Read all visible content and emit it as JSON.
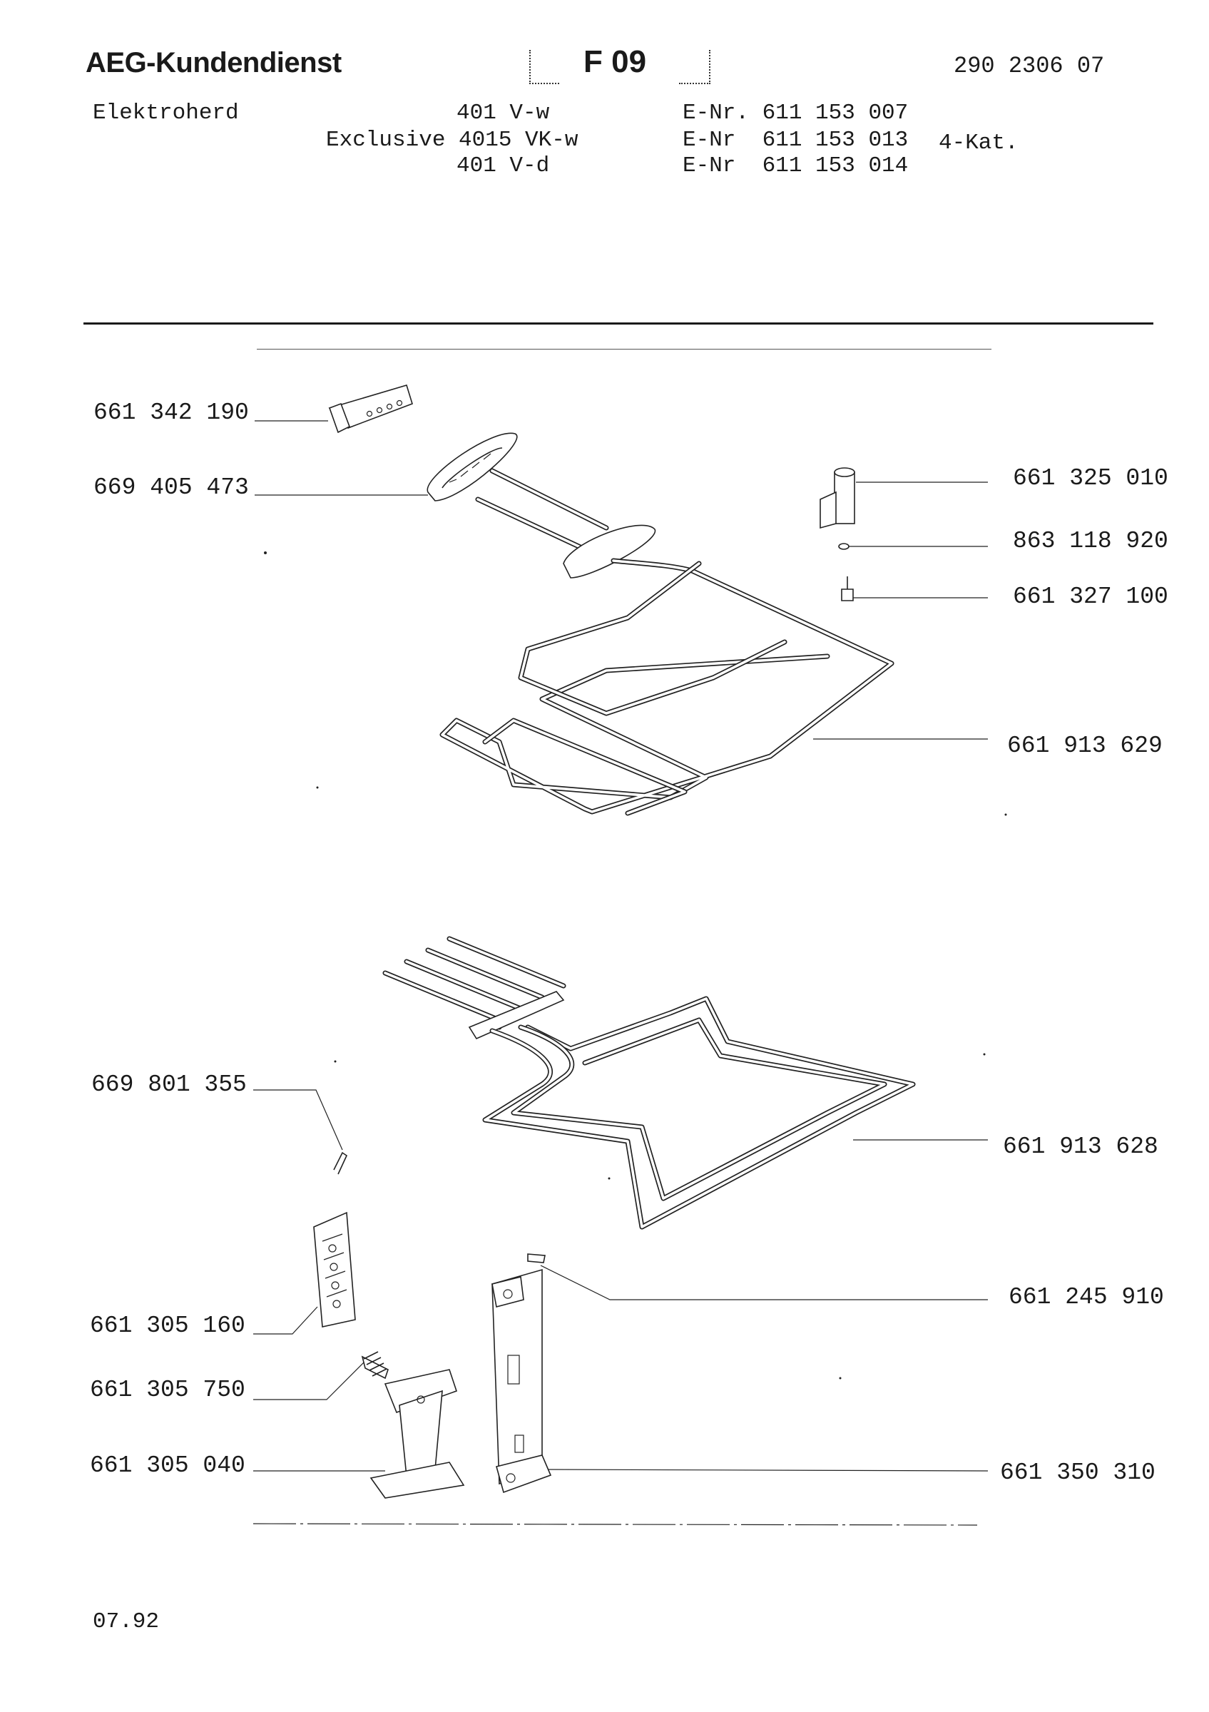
{
  "header": {
    "brand": "AEG-Kundendienst",
    "sheet": "F 09",
    "doc_number": "290 2306 07"
  },
  "product": {
    "type": "Elektroherd",
    "models": [
      "401 V-w",
      "Exclusive 4015 VK-w",
      "401 V-d"
    ],
    "e_numbers": [
      "E-Nr. 611 153 007",
      "E-Nr  611 153 013",
      "E-Nr  611 153 014"
    ],
    "category": "4-Kat."
  },
  "parts": {
    "p661342190": "661 342 190",
    "p669405473": "669 405 473",
    "p661325010": "661 325 010",
    "p863118920": "863 118 920",
    "p661327100": "661 327 100",
    "p661913629": "661 913 629",
    "p669801355": "669 801 355",
    "p661913628": "661 913 628",
    "p661245910": "661 245 910",
    "p661305160": "661 305 160",
    "p661305750": "661 305 750",
    "p661305040": "661 305 040",
    "p661350310": "661 350 310"
  },
  "footer": {
    "date": "07.92"
  }
}
